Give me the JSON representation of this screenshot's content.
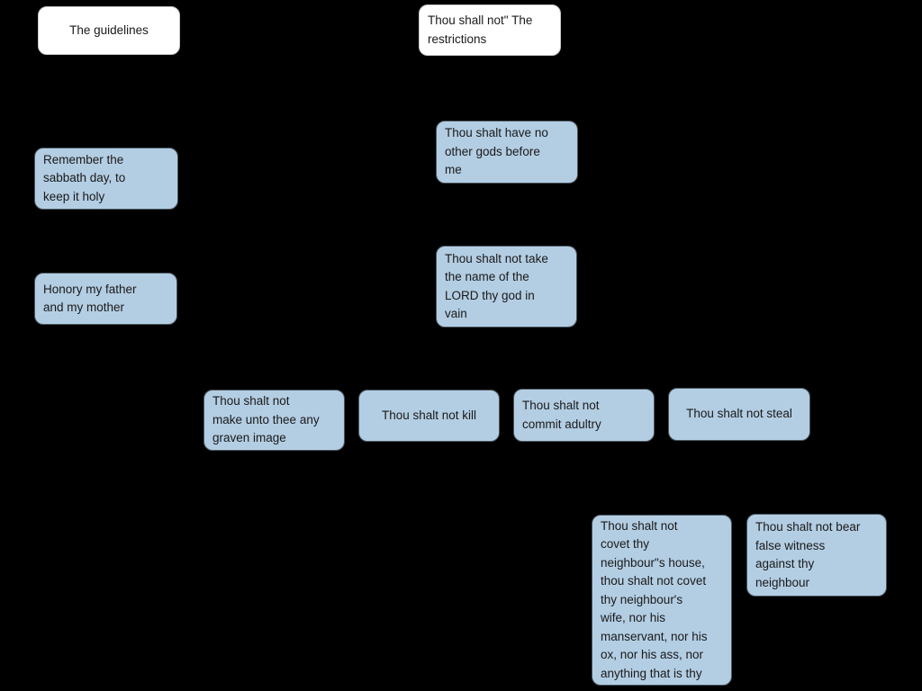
{
  "canvas": {
    "background_color": "#000000"
  },
  "colors": {
    "node_fill": "#b3cde3",
    "node_border": "#4a545c",
    "root_node_fill": "#ffffff",
    "text_color": "#1a1a1a"
  },
  "diagram": {
    "nodes": [
      {
        "id": "guidelines",
        "role": "root",
        "label": "The guidelines"
      },
      {
        "id": "restrictions",
        "role": "root",
        "label": "Thou shall not\" The\nrestrictions"
      },
      {
        "id": "sabbath",
        "role": "child",
        "label": "Remember the\nsabbath day, to\nkeep it holy"
      },
      {
        "id": "honor",
        "role": "child",
        "label": "Honory my father\nand my mother"
      },
      {
        "id": "other-gods",
        "role": "child",
        "label": "Thou shalt have no\nother gods before\nme"
      },
      {
        "id": "name-vain",
        "role": "child",
        "label": "Thou shalt not take\nthe name of the\nLORD thy god in\nvain"
      },
      {
        "id": "graven",
        "role": "child",
        "label": "Thou shalt not\nmake unto thee any\ngraven image"
      },
      {
        "id": "kill",
        "role": "child",
        "label": "Thou shalt not kill"
      },
      {
        "id": "adultry",
        "role": "child",
        "label": "Thou shalt not\ncommit adultry"
      },
      {
        "id": "steal",
        "role": "child",
        "label": "Thou shalt not steal"
      },
      {
        "id": "covet",
        "role": "child",
        "label": "Thou shalt not\ncovet thy\nneighbour\"s house,\nthou shalt not covet\nthy neighbour's\nwife, nor his\nmanservant, nor his\nox, nor his ass, nor\nanything that is thy"
      },
      {
        "id": "false-witness",
        "role": "child",
        "label": "Thou shalt not bear\nfalse witness\nagainst thy\nneighbour"
      }
    ]
  }
}
